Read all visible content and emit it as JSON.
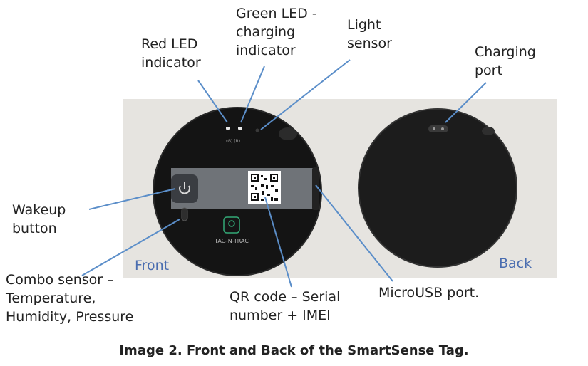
{
  "colors": {
    "photo_background": "#e6e4e0",
    "device": "#141414",
    "label_strip": "#6f7378",
    "leader_line": "#5b8ec9",
    "label_text": "#222222",
    "side_label": "#4a6db0"
  },
  "labels": {
    "green_led": "Green LED -\ncharging\nindicator",
    "red_led": "Red LED\nindicator",
    "light_sensor": "Light\nsensor",
    "charging_port": "Charging\nport",
    "wakeup_button": "Wakeup\nbutton",
    "combo_sensor": "Combo sensor –\nTemperature,\nHumidity, Pressure",
    "qr_code": "QR code – Serial\nnumber + IMEI",
    "microusb_port": "MicroUSB port.",
    "front": "Front",
    "back": "Back"
  },
  "device": {
    "brand_text": "TAG-N-TRAC",
    "led_tags": "(G) (R)",
    "power_icon": "power-icon",
    "qr_icon": "qr-code-icon"
  },
  "caption": "Image 2. Front and Back of the SmartSense Tag."
}
